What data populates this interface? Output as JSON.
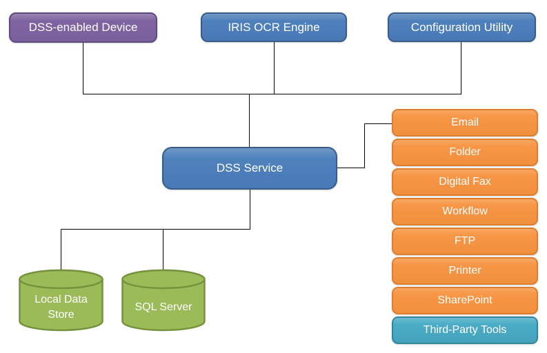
{
  "diagram_type": "architecture-diagram",
  "nodes": {
    "device": {
      "label": "DSS-enabled Device",
      "fill": "#8064A2",
      "border": "#5E4A7D"
    },
    "iris": {
      "label": "IRIS OCR Engine",
      "fill": "#4F81BD",
      "border": "#385D8A"
    },
    "config": {
      "label": "Configuration Utility",
      "fill": "#4F81BD",
      "border": "#385D8A"
    },
    "service": {
      "label": "DSS Service",
      "fill": "#4F81BD",
      "border": "#385D8A"
    },
    "local_store": {
      "label": "Local Data Store",
      "fill": "#9BBB59",
      "border": "#76923C"
    },
    "sql_server": {
      "label": "SQL Server",
      "fill": "#9BBB59",
      "border": "#76923C"
    }
  },
  "destinations": {
    "items": [
      {
        "label": "Email",
        "fill": "#F79646"
      },
      {
        "label": "Folder",
        "fill": "#F79646"
      },
      {
        "label": "Digital Fax",
        "fill": "#F79646"
      },
      {
        "label": "Workflow",
        "fill": "#F79646"
      },
      {
        "label": "FTP",
        "fill": "#F79646"
      },
      {
        "label": "Printer",
        "fill": "#F79646"
      },
      {
        "label": "SharePoint",
        "fill": "#F79646"
      },
      {
        "label": "Third-Party Tools",
        "fill": "#4BACC6"
      }
    ]
  },
  "edges": [
    {
      "from": "device",
      "to": "service"
    },
    {
      "from": "iris",
      "to": "service"
    },
    {
      "from": "config",
      "to": "service"
    },
    {
      "from": "service",
      "to": "local_store"
    },
    {
      "from": "service",
      "to": "sql_server"
    },
    {
      "from": "service",
      "to": "destinations"
    }
  ],
  "colors": {
    "background": "#FFFFFF",
    "connector": "#000000",
    "text": "#FFFFFF"
  }
}
